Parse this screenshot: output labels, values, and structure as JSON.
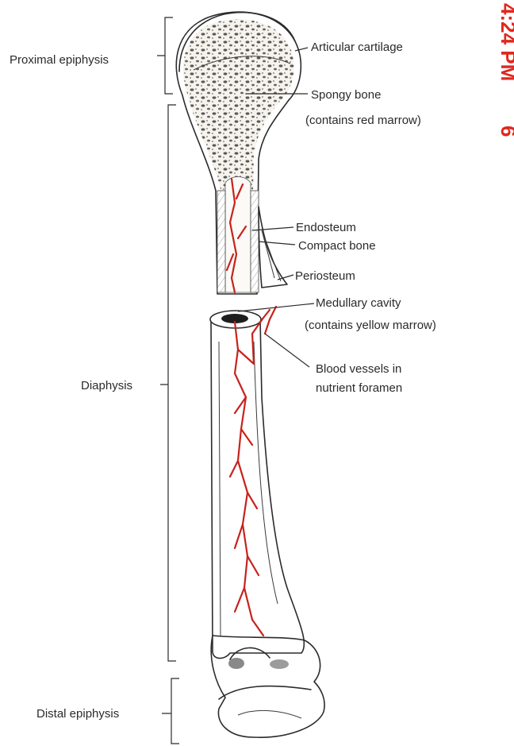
{
  "stamp": {
    "time": "4:24 PM",
    "day": "6",
    "color": "#e0281e"
  },
  "colors": {
    "vessel": "#c8221c",
    "ink": "#2b2b2b"
  },
  "labels": {
    "proximal_epiphysis": "Proximal epiphysis",
    "diaphysis": "Diaphysis",
    "distal_epiphysis": "Distal epiphysis",
    "articular_cartilage": "Articular cartilage",
    "spongy_bone": "Spongy bone",
    "spongy_bone_note": "(contains red marrow)",
    "endosteum": "Endosteum",
    "compact_bone": "Compact bone",
    "periosteum": "Periosteum",
    "medullary_cavity": "Medullary cavity",
    "medullary_cavity_note": "(contains yellow marrow)",
    "blood_vessels_1": "Blood vessels in",
    "blood_vessels_2": "nutrient foramen"
  }
}
